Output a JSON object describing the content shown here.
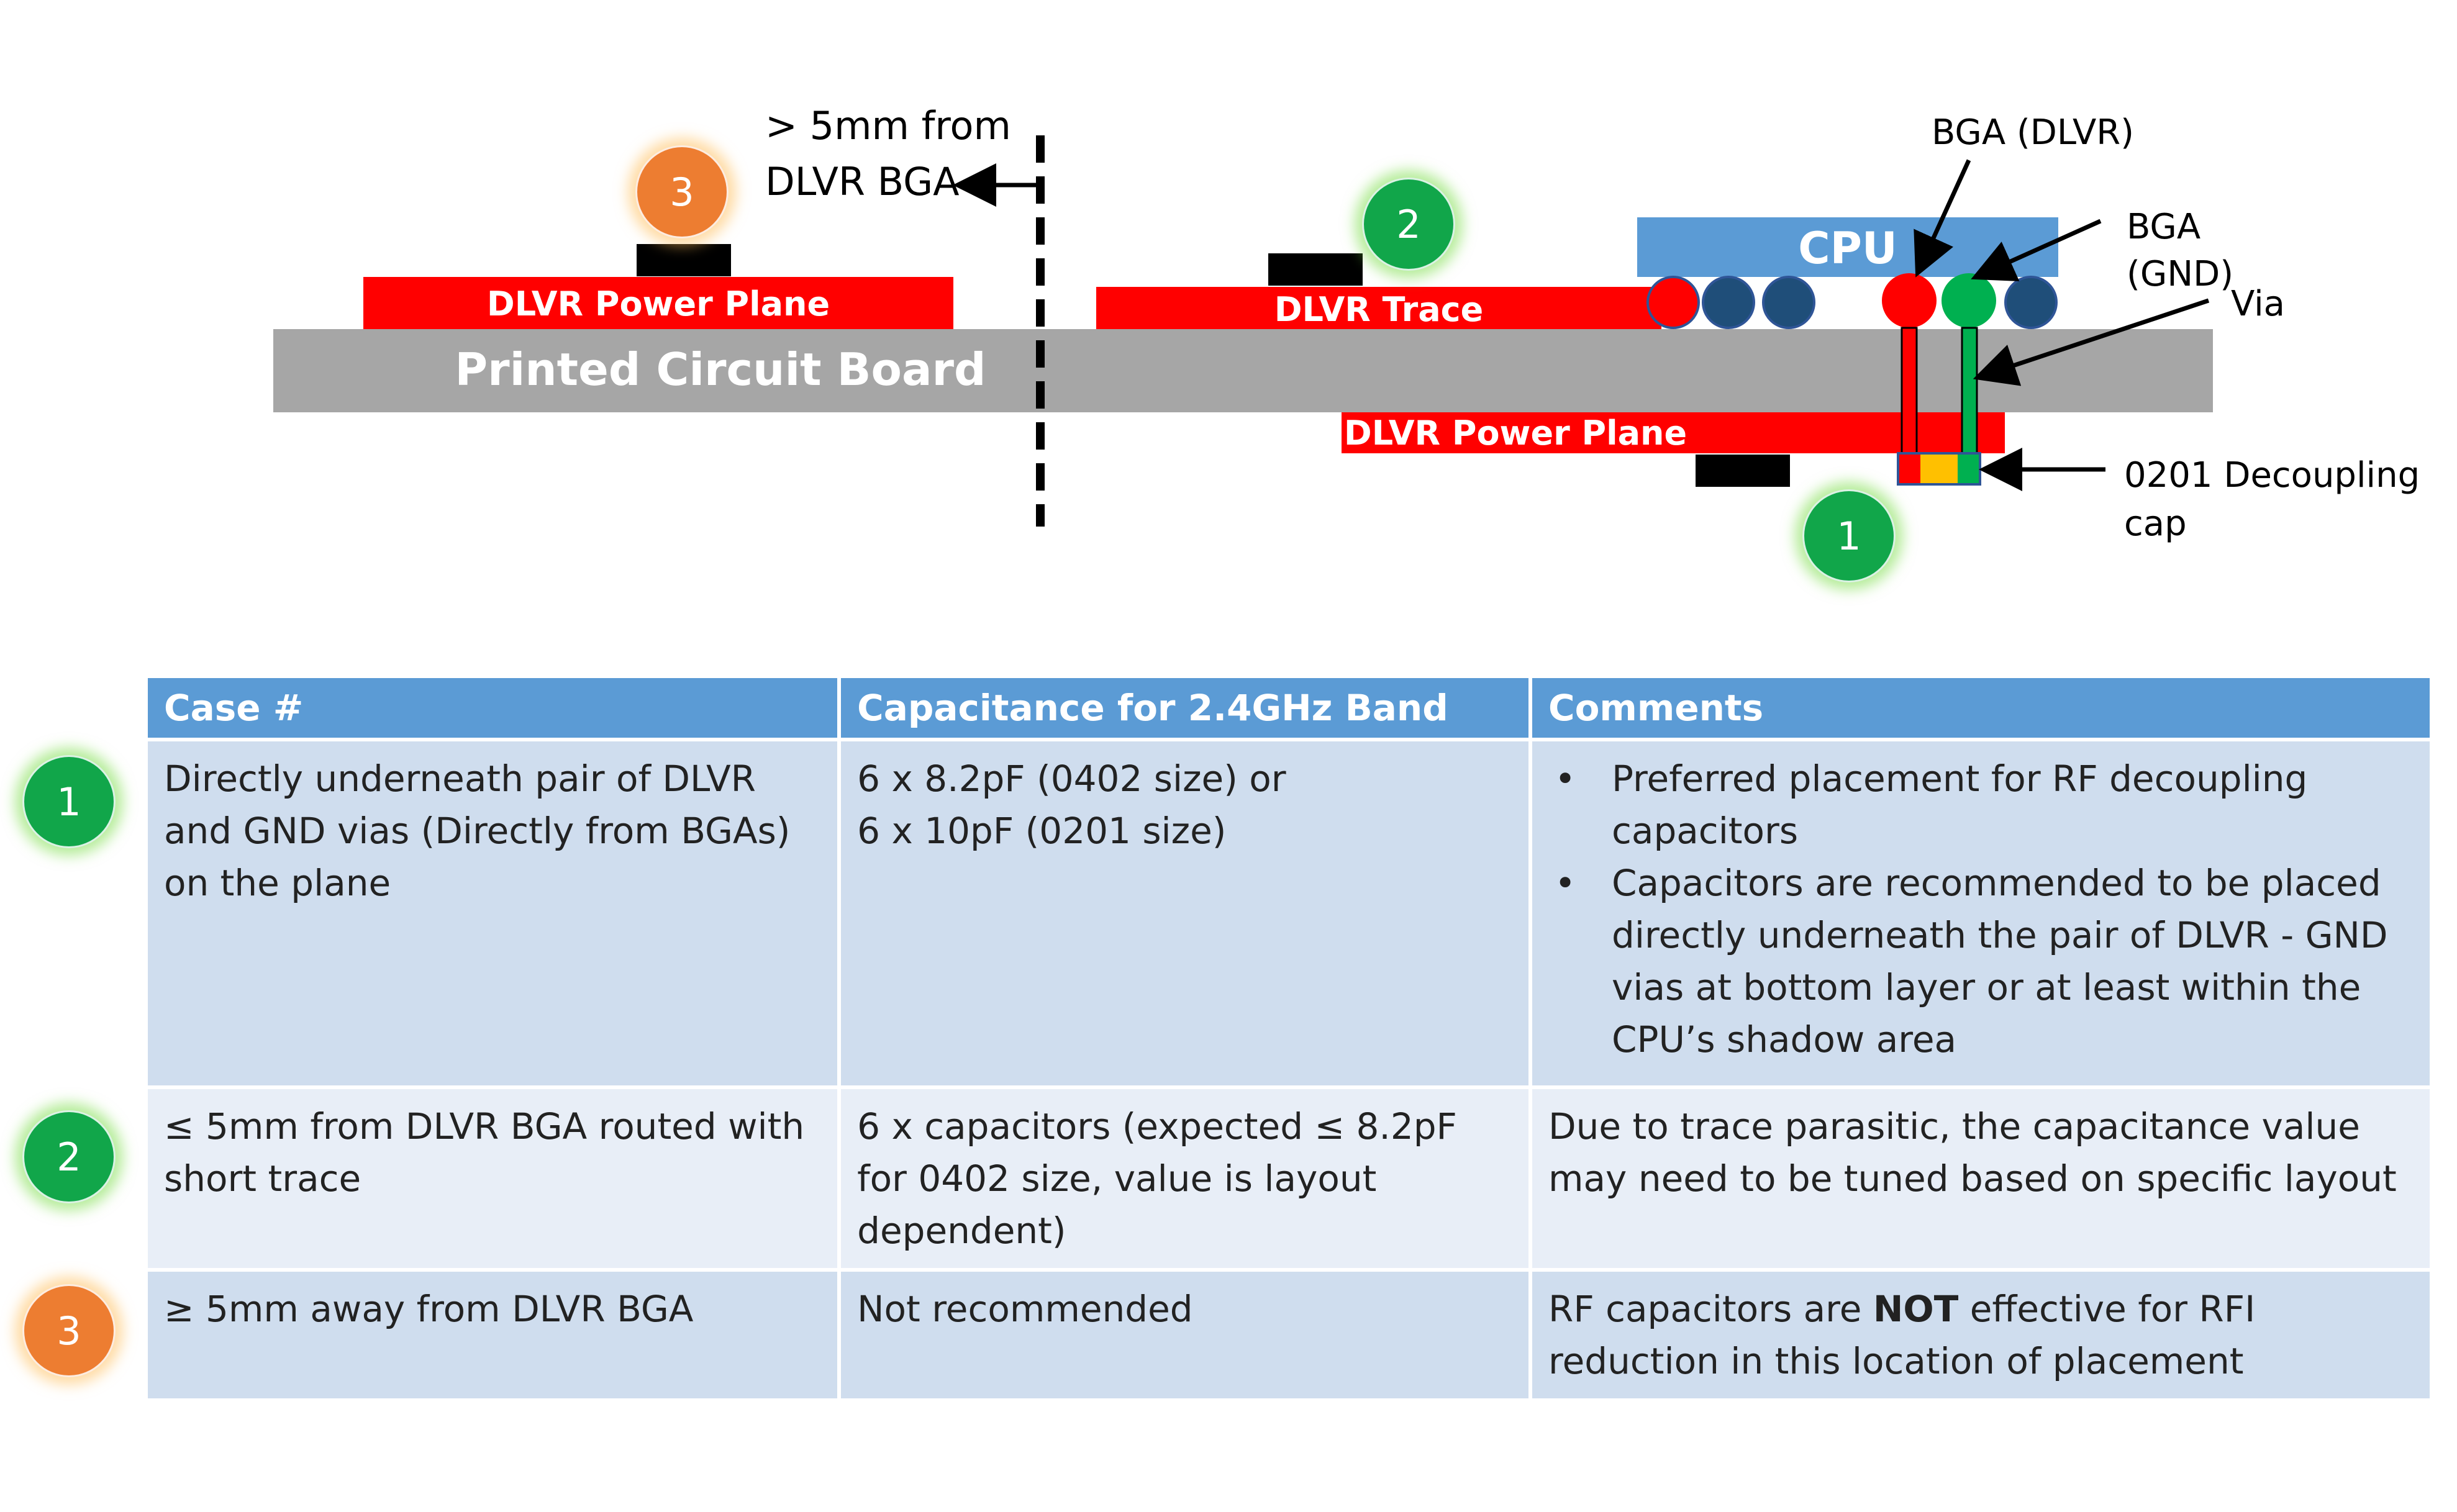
{
  "diagram": {
    "badge_1": "1",
    "badge_2": "2",
    "badge_3": "3",
    "distance_label_line1": "> 5mm from",
    "distance_label_line2": "DLVR BGA",
    "left_power_plane": "DLVR Power Plane",
    "pcb_label": "Printed Circuit Board",
    "trace_label": "DLVR Trace",
    "bottom_power_plane": "DLVR Power Plane",
    "cpu_label": "CPU",
    "bga_dlvr_label": "BGA (DLVR)",
    "bga_gnd_label_line1": "BGA",
    "bga_gnd_label_line2": "(GND)",
    "via_label": "Via",
    "decap_label_line1": "0201 Decoupling",
    "decap_label_line2": "cap",
    "colors": {
      "power_red": "#FF0000",
      "pcb_gray": "#A6A6A6",
      "cpu_blue": "#5B9BD5",
      "bga_navy": "#1F4E79",
      "gnd_green": "#00B050",
      "cap_yellow": "#FFC000",
      "badge_green": "#11A64A",
      "badge_orange": "#ED7D31"
    }
  },
  "table": {
    "headers": [
      "Case #",
      "Capacitance for 2.4GHz Band",
      "Comments"
    ],
    "rows": [
      {
        "badge": "1",
        "case": "Directly underneath pair of DLVR and GND vias (Directly from BGAs) on the plane",
        "capacitance_line1": "6 x 8.2pF (0402 size) or",
        "capacitance_line2": "6 x 10pF (0201 size)",
        "comment_bullet1": "Preferred placement for RF decoupling capacitors",
        "comment_bullet2": "Capacitors are recommended to be placed directly underneath the pair of DLVR - GND vias at bottom layer or at least within the CPU’s shadow area"
      },
      {
        "badge": "2",
        "case": "≤ 5mm from DLVR BGA  routed with short trace",
        "capacitance": "6 x capacitors (expected ≤ 8.2pF for 0402 size, value is layout dependent)",
        "comment": "Due to trace parasitic, the capacitance value may need to be tuned based on specific layout"
      },
      {
        "badge": "3",
        "case": "≥ 5mm away from DLVR BGA",
        "capacitance": "Not recommended",
        "comment_prefix": "RF capacitors are ",
        "comment_bold": "NOT",
        "comment_suffix": " effective for RFI reduction in this location of placement"
      }
    ]
  }
}
